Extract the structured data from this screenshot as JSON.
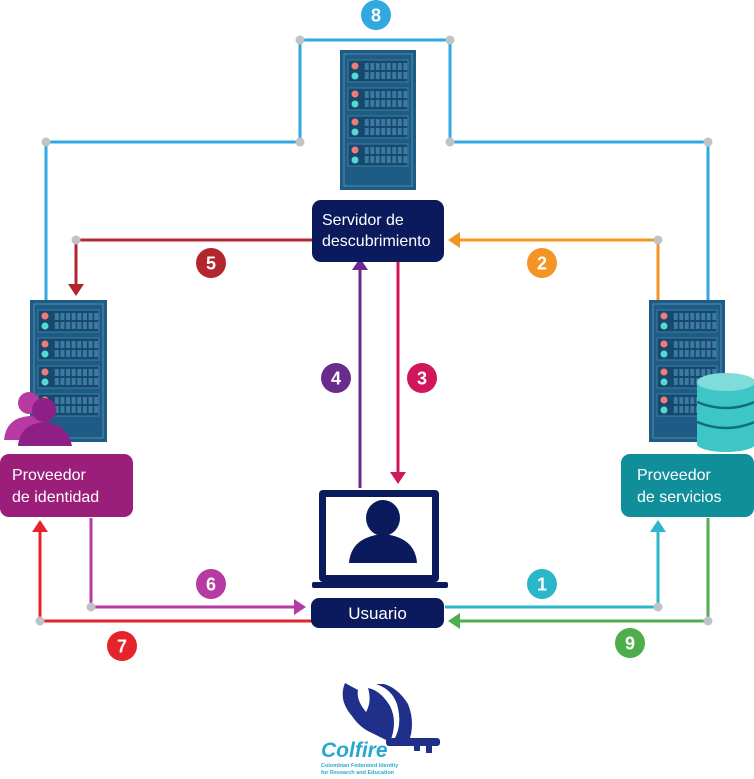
{
  "nodes": {
    "discovery": {
      "line1": "Servidor de",
      "line2": "descubrimiento"
    },
    "identity": {
      "line1": "Proveedor",
      "line2": "de identidad"
    },
    "services": {
      "line1": "Proveedor",
      "line2": "de servicios"
    },
    "user": {
      "label": "Usuario"
    }
  },
  "steps": [
    {
      "num": "1",
      "color": "#2bb7c9"
    },
    {
      "num": "2",
      "color": "#f39425"
    },
    {
      "num": "3",
      "color": "#d0175b"
    },
    {
      "num": "4",
      "color": "#6a2b8e"
    },
    {
      "num": "5",
      "color": "#b3262d"
    },
    {
      "num": "6",
      "color": "#b73aa3"
    },
    {
      "num": "7",
      "color": "#e5232a"
    },
    {
      "num": "8",
      "color": "#32a8e0"
    },
    {
      "num": "9",
      "color": "#4cae4c"
    }
  ],
  "logo": {
    "name": "Colfire",
    "tagline1": "Colombian Federated Identity",
    "tagline2": "for Research and Education"
  },
  "colors": {
    "navy": "#0a1a5c",
    "identity_box": "#9b1f7a",
    "services_box": "#108f9a",
    "server": "#1e5c86"
  }
}
